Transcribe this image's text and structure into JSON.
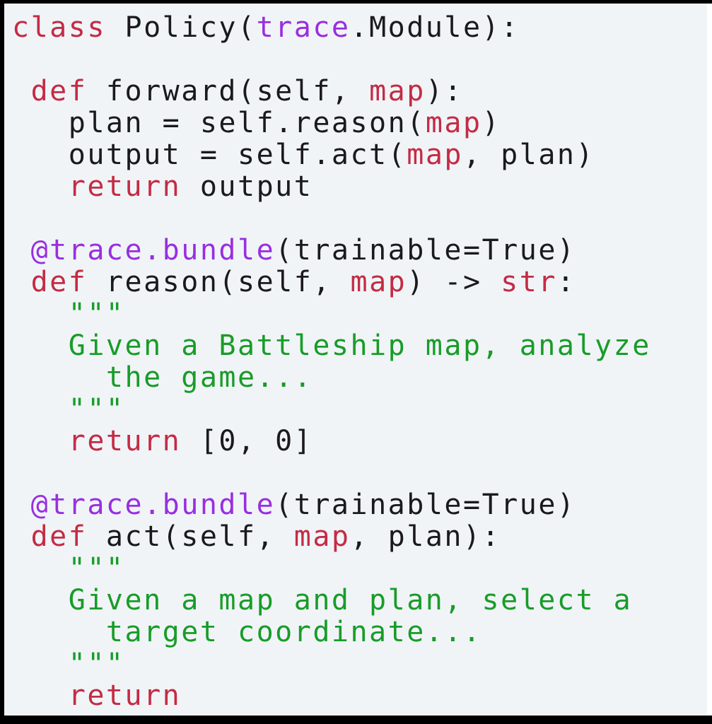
{
  "page": {
    "background": "#ffffff",
    "frame_color": "#000000",
    "code_background": "#f0f4f7"
  },
  "colors": {
    "keyword": "#c42b44",
    "decorator": "#992ee0",
    "string": "#189c28",
    "plain": "#1a1a1e"
  },
  "code": {
    "language": "python",
    "lines": [
      {
        "tokens": [
          {
            "t": "class",
            "s": "keyword"
          },
          {
            "t": " Policy(",
            "s": "plain"
          },
          {
            "t": "trace",
            "s": "decorator"
          },
          {
            "t": ".Module):",
            "s": "plain"
          }
        ]
      },
      {
        "tokens": []
      },
      {
        "tokens": [
          {
            "t": " ",
            "s": "plain"
          },
          {
            "t": "def",
            "s": "keyword"
          },
          {
            "t": " forward(self, ",
            "s": "plain"
          },
          {
            "t": "map",
            "s": "keyword"
          },
          {
            "t": "):",
            "s": "plain"
          }
        ]
      },
      {
        "tokens": [
          {
            "t": "   plan = self.reason(",
            "s": "plain"
          },
          {
            "t": "map",
            "s": "keyword"
          },
          {
            "t": ")",
            "s": "plain"
          }
        ]
      },
      {
        "tokens": [
          {
            "t": "   output = self.act(",
            "s": "plain"
          },
          {
            "t": "map",
            "s": "keyword"
          },
          {
            "t": ", plan)",
            "s": "plain"
          }
        ]
      },
      {
        "tokens": [
          {
            "t": "   ",
            "s": "plain"
          },
          {
            "t": "return",
            "s": "keyword"
          },
          {
            "t": " output",
            "s": "plain"
          }
        ]
      },
      {
        "tokens": []
      },
      {
        "tokens": [
          {
            "t": " ",
            "s": "plain"
          },
          {
            "t": "@trace.bundle",
            "s": "decorator"
          },
          {
            "t": "(trainable=True)",
            "s": "plain"
          }
        ]
      },
      {
        "tokens": [
          {
            "t": " ",
            "s": "plain"
          },
          {
            "t": "def",
            "s": "keyword"
          },
          {
            "t": " reason(self, ",
            "s": "plain"
          },
          {
            "t": "map",
            "s": "keyword"
          },
          {
            "t": ") -> ",
            "s": "plain"
          },
          {
            "t": "str",
            "s": "keyword"
          },
          {
            "t": ":",
            "s": "plain"
          }
        ]
      },
      {
        "tokens": [
          {
            "t": "   \"\"\"",
            "s": "string"
          }
        ]
      },
      {
        "tokens": [
          {
            "t": "   Given a Battleship map, analyze",
            "s": "string"
          }
        ]
      },
      {
        "tokens": [
          {
            "t": "     the game...",
            "s": "string"
          }
        ]
      },
      {
        "tokens": [
          {
            "t": "   \"\"\"",
            "s": "string"
          }
        ]
      },
      {
        "tokens": [
          {
            "t": "   ",
            "s": "plain"
          },
          {
            "t": "return",
            "s": "keyword"
          },
          {
            "t": " [0, 0]",
            "s": "plain"
          }
        ]
      },
      {
        "tokens": []
      },
      {
        "tokens": [
          {
            "t": " ",
            "s": "plain"
          },
          {
            "t": "@trace.bundle",
            "s": "decorator"
          },
          {
            "t": "(trainable=True)",
            "s": "plain"
          }
        ]
      },
      {
        "tokens": [
          {
            "t": " ",
            "s": "plain"
          },
          {
            "t": "def",
            "s": "keyword"
          },
          {
            "t": " act(self, ",
            "s": "plain"
          },
          {
            "t": "map",
            "s": "keyword"
          },
          {
            "t": ", plan):",
            "s": "plain"
          }
        ]
      },
      {
        "tokens": [
          {
            "t": "   \"\"\"",
            "s": "string"
          }
        ]
      },
      {
        "tokens": [
          {
            "t": "   Given a map and plan, select a",
            "s": "string"
          }
        ]
      },
      {
        "tokens": [
          {
            "t": "     target coordinate...",
            "s": "string"
          }
        ]
      },
      {
        "tokens": [
          {
            "t": "   \"\"\"",
            "s": "string"
          }
        ]
      },
      {
        "tokens": [
          {
            "t": "   ",
            "s": "plain"
          },
          {
            "t": "return",
            "s": "keyword"
          }
        ]
      }
    ]
  }
}
